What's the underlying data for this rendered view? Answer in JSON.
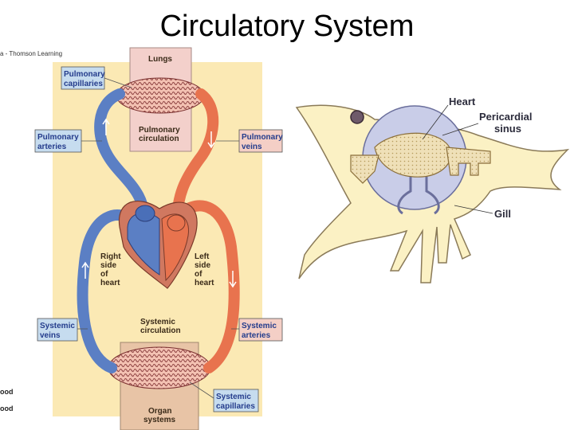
{
  "title": "Circulatory System",
  "credit": "a - Thomson Learning",
  "legend_fragments": [
    "ood",
    "ood"
  ],
  "diagram": {
    "lungs": "Lungs",
    "pulmonary_circulation": [
      "Pulmonary",
      "circulation"
    ],
    "systemic_circulation": [
      "Systemic",
      "circulation"
    ],
    "right_heart": [
      "Right",
      "side",
      "of",
      "heart"
    ],
    "left_heart": [
      "Left",
      "side",
      "of",
      "heart"
    ],
    "organ_systems": [
      "Organ",
      "systems"
    ],
    "boxes": {
      "pulmonary_capillaries": [
        "Pulmonary",
        "capillaries"
      ],
      "pulmonary_arteries": [
        "Pulmonary",
        "arteries"
      ],
      "pulmonary_veins": [
        "Pulmonary",
        "veins"
      ],
      "systemic_veins": [
        "Systemic",
        "veins"
      ],
      "systemic_arteries": [
        "Systemic",
        "arteries"
      ],
      "systemic_capillaries": [
        "Systemic",
        "capillaries"
      ]
    }
  },
  "fish": {
    "heart": "Heart",
    "pericardial_sinus": [
      "Pericardial",
      "sinus"
    ],
    "gill": "Gill"
  },
  "colors": {
    "oxygen_poor": "#5b7fc4",
    "oxygen_rich": "#e8734e",
    "background_panel": "#fbe9b4"
  }
}
